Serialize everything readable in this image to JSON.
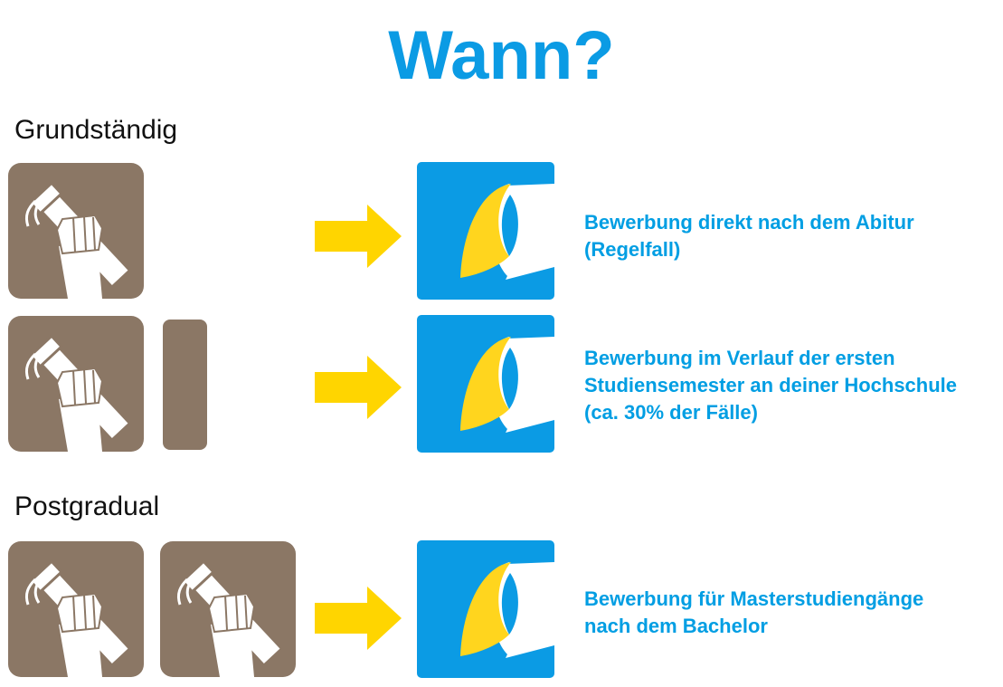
{
  "title": "Wann?",
  "sections": {
    "grundstaendig": "Grundständig",
    "postgradual": "Postgradual"
  },
  "rows": [
    {
      "lines": [
        "Bewerbung direkt nach dem Abitur",
        "(Regelfall)"
      ]
    },
    {
      "lines": [
        "Bewerbung im Verlauf der ersten",
        "Studiensemester an deiner Hochschule",
        "(ca. 30% der Fälle)"
      ]
    },
    {
      "lines": [
        "Bewerbung für Masterstudiengänge",
        "nach dem Bachelor"
      ]
    }
  ],
  "icons": {
    "diploma": "diploma-hand-icon",
    "arrow": "arrow-right-icon",
    "logo": "eye-logo-icon"
  },
  "colors": {
    "accent": "#009ee3",
    "tile": "#8b7765",
    "arrow": "#ffd500",
    "logo_bg": "#0b9be4",
    "logo_yellow": "#ffd51e"
  }
}
